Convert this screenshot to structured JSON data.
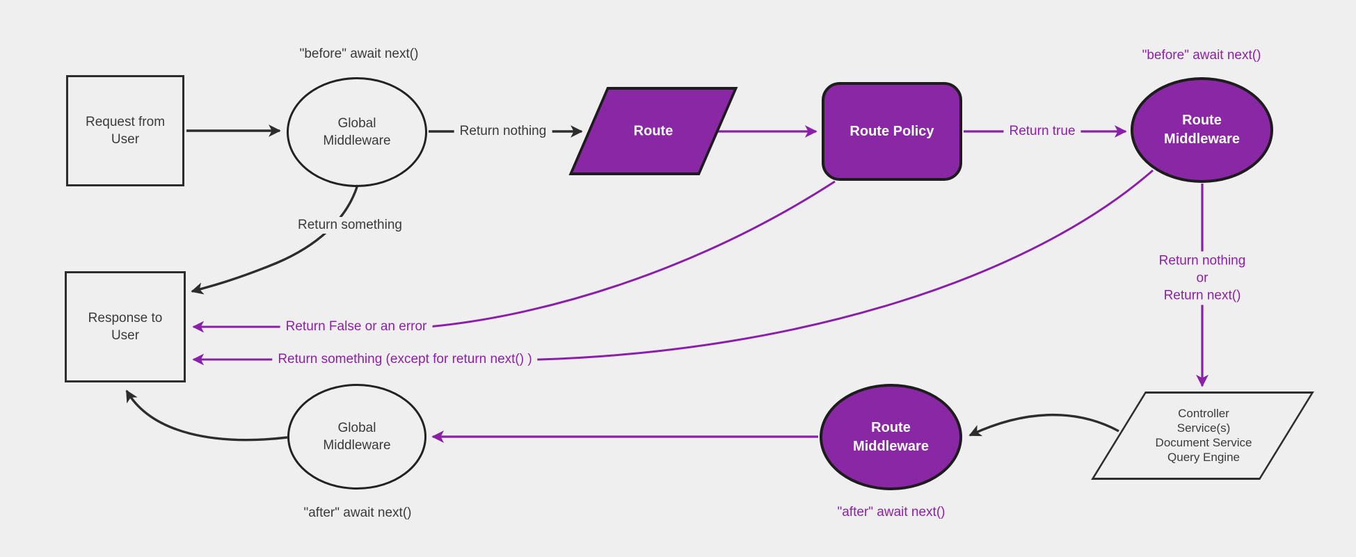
{
  "nodes": {
    "request": {
      "label": "Request from\nUser"
    },
    "global_middleware_top": {
      "label": "Global\nMiddleware"
    },
    "route": {
      "label": "Route"
    },
    "route_policy": {
      "label": "Route Policy"
    },
    "route_middleware_top": {
      "label": "Route\nMiddleware"
    },
    "controller": {
      "label": "Controller\nService(s)\nDocument Service\nQuery Engine"
    },
    "route_middleware_bottom": {
      "label": "Route\nMiddleware"
    },
    "global_middleware_bottom": {
      "label": "Global\nMiddleware"
    },
    "response": {
      "label": "Response to\nUser"
    }
  },
  "edge_labels": {
    "before_await_next_left": "\"before\" await next()",
    "return_nothing": "Return nothing",
    "return_true": "Return true",
    "before_await_next_right": "\"before\" await next()",
    "return_nothing_or_next": "Return nothing\nor\nReturn next()",
    "return_something": "Return something",
    "return_false_or_error": "Return False or an error",
    "return_something_except": "Return something (except for return next() )",
    "after_await_next_left": "\"after\" await next()",
    "after_await_next_right": "\"after\" await next()"
  },
  "colors": {
    "background": "#efefef",
    "node_fill_purple": "#8a27a5",
    "edge_purple": "#8a1fa8",
    "edge_black": "#2d2d2d",
    "text_dark": "#3a3a3a",
    "text_on_purple": "#ffffff",
    "node_border": "#1d1d1d"
  }
}
